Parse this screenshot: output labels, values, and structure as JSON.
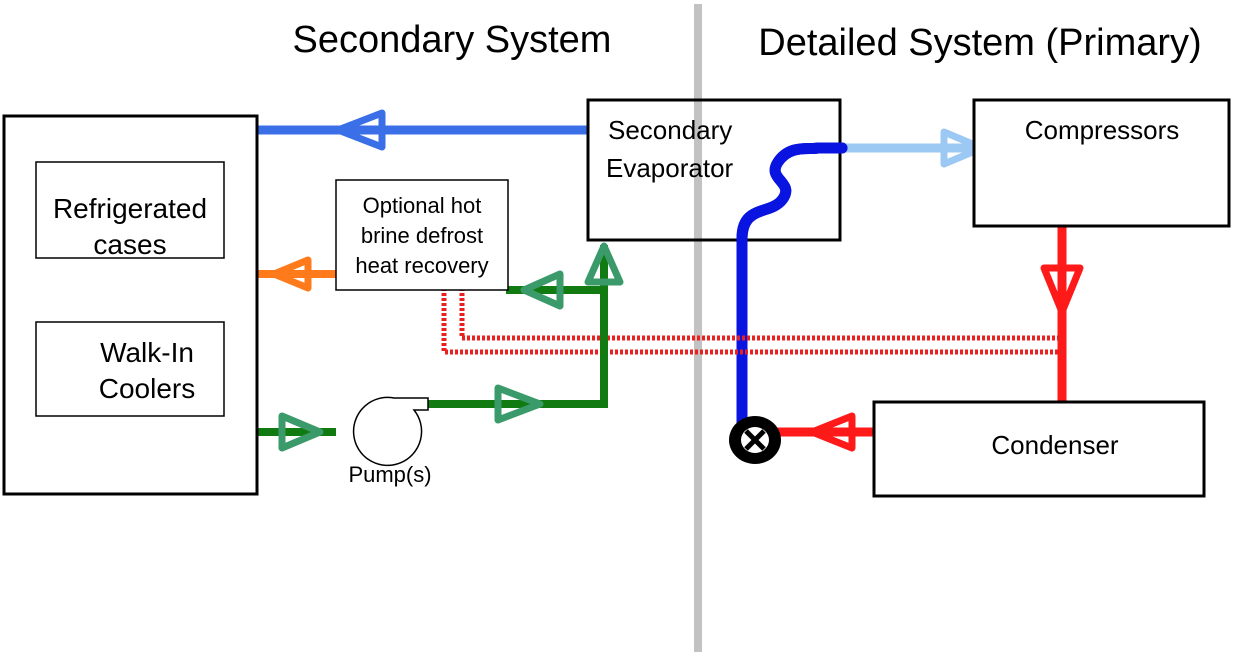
{
  "titles": {
    "secondary": "Secondary System",
    "primary": "Detailed System (Primary)"
  },
  "boxes": {
    "refrigerated_cases": [
      "Refrigerated",
      "cases"
    ],
    "walk_in_coolers": [
      "Walk-In",
      "Coolers"
    ],
    "hot_brine": [
      "Optional hot",
      "brine defrost",
      "heat recovery"
    ],
    "secondary_evaporator": [
      "Secondary",
      "Evaporator"
    ],
    "compressors": "Compressors",
    "condenser": "Condenser"
  },
  "pump_label": "Pump(s)",
  "colors": {
    "cold_brine": "#3a6fe8",
    "refrigerant_vapor_line": "#0a14e0",
    "suction_line": "#9cc8f4",
    "hot_gas_line": "#ff1a1a",
    "heat_recovery_line": "#e82020",
    "warm_brine_line": "#117a11",
    "brine_arrow": "#3a9a6a",
    "defrost_return": "#ff7a1a",
    "divider": "#c2c2c2"
  }
}
